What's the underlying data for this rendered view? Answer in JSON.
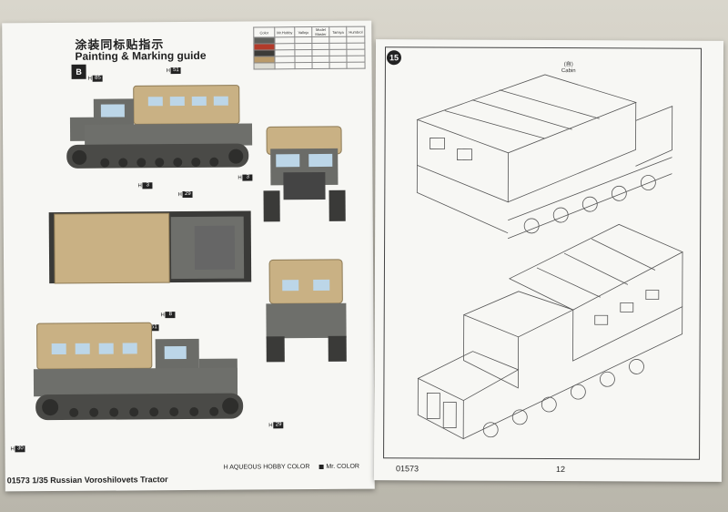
{
  "left_page": {
    "title_cn": "涂装同标贴指示",
    "title_en": "Painting & Marking guide",
    "step": "B",
    "footer": "01573 1/35 Russian Voroshilovets Tractor",
    "legend": {
      "aqueous": "H AQUEOUS HOBBY COLOR",
      "mr": "Mr. COLOR"
    },
    "callouts": [
      "51",
      "85",
      "3",
      "29",
      "3",
      "8",
      "51",
      "29",
      "30"
    ],
    "color_table": {
      "header": [
        "Color",
        "Mr.Hobby",
        "Vallejo",
        "Model Master",
        "Tamiya",
        "Humbrol"
      ],
      "swatches": [
        "#5d5e5a",
        "#b23a2a",
        "#3c3b38",
        "#b99a6a",
        "#dcdcd4"
      ]
    }
  },
  "right_page": {
    "step": "15",
    "caption": [
      "(自)",
      "Cabin"
    ],
    "footer": "01573",
    "page_number": "12"
  }
}
